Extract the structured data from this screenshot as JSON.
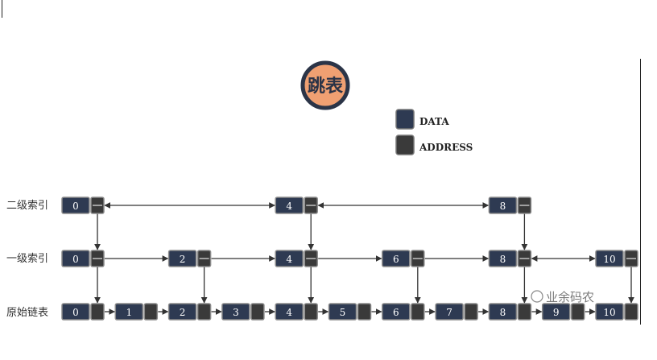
{
  "title": "跳表",
  "legend": [
    {
      "label": "DATA",
      "color": "#2e3a52"
    },
    {
      "label": "ADDRESS",
      "color": "#3a3a3a"
    }
  ],
  "levels": [
    {
      "label": "二级索引",
      "nodes": [
        "0",
        "4",
        "8"
      ]
    },
    {
      "label": "一级索引",
      "nodes": [
        "0",
        "2",
        "4",
        "6",
        "8",
        "10"
      ]
    },
    {
      "label": "原始链表",
      "nodes": [
        "0",
        "1",
        "2",
        "3",
        "4",
        "5",
        "6",
        "7",
        "8",
        "9",
        "10"
      ]
    }
  ],
  "watermark": "业余码农",
  "colors": {
    "data": "#2e3a52",
    "address": "#3a3a3a",
    "title_circle": "#f0a072",
    "title_ring": "#2b3447"
  }
}
